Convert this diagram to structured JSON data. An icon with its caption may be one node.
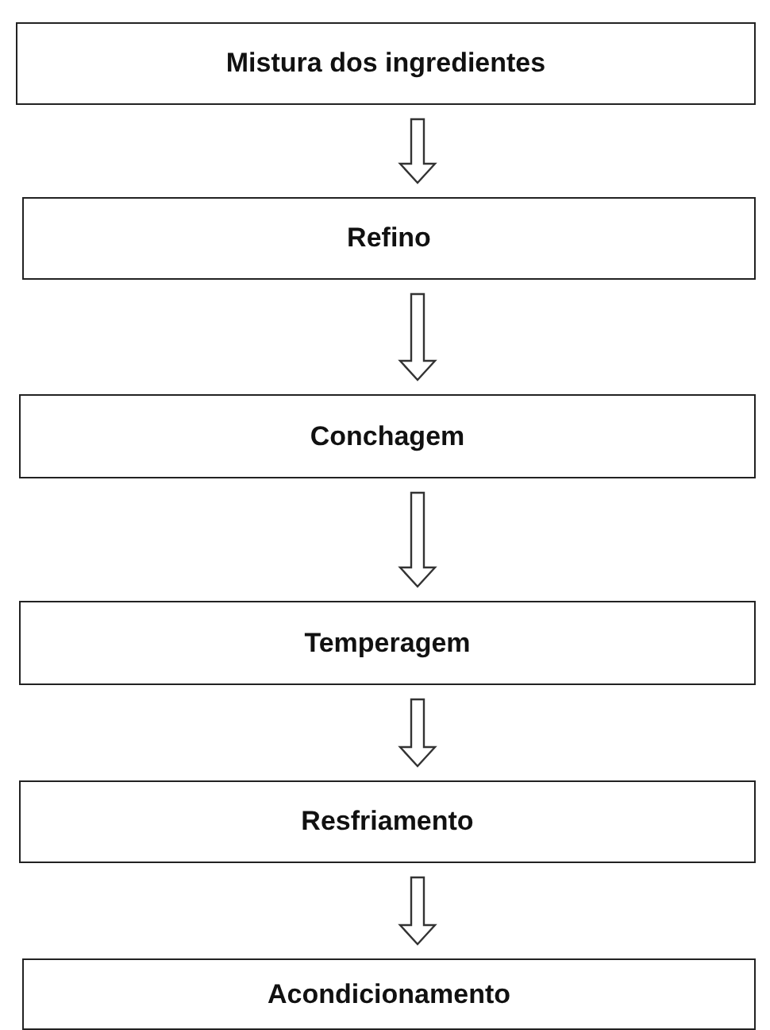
{
  "diagram": {
    "nodes": [
      {
        "text": [
          "Mistura dos ingredientes"
        ]
      },
      {
        "text": [
          "Refino"
        ]
      },
      {
        "text": [
          "Conchagem"
        ]
      },
      {
        "text": [
          "Temperagem"
        ]
      },
      {
        "text": [
          "Resfriamento"
        ]
      },
      {
        "text": [
          "Acondicionamento"
        ]
      }
    ],
    "edges": [
      {
        "from": 0,
        "to": 1,
        "arrow": "to"
      },
      {
        "from": 1,
        "to": 2,
        "arrow": "to"
      },
      {
        "from": 2,
        "to": 3,
        "arrow": "to"
      },
      {
        "from": 3,
        "to": 4,
        "arrow": "to"
      },
      {
        "from": 4,
        "to": 5,
        "arrow": "to"
      }
    ]
  }
}
